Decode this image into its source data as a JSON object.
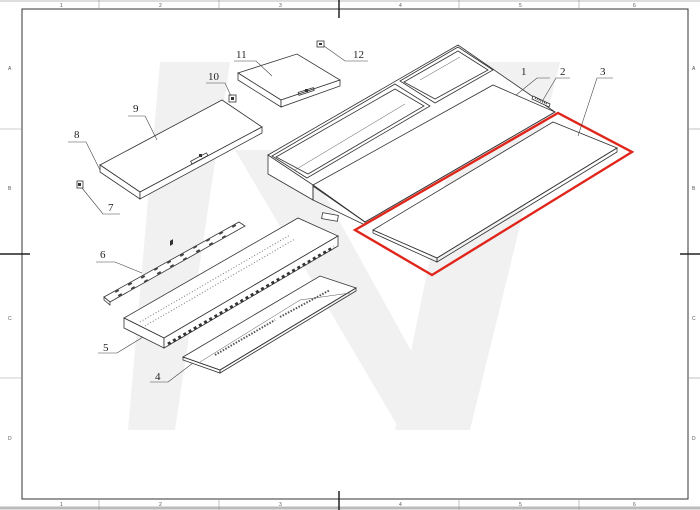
{
  "drawing": {
    "type": "exploded-assembly-view",
    "frame": {
      "columns": [
        "1",
        "2",
        "3",
        "4",
        "5",
        "6"
      ],
      "rows": [
        "A",
        "B",
        "C",
        "D"
      ]
    },
    "highlight": {
      "part": "3",
      "color": "#e0261b"
    },
    "parts": [
      {
        "id": "1",
        "label": "1"
      },
      {
        "id": "2",
        "label": "2"
      },
      {
        "id": "3",
        "label": "3"
      },
      {
        "id": "4",
        "label": "4"
      },
      {
        "id": "5",
        "label": "5"
      },
      {
        "id": "6",
        "label": "6"
      },
      {
        "id": "7",
        "label": "7"
      },
      {
        "id": "8",
        "label": "8"
      },
      {
        "id": "9",
        "label": "9"
      },
      {
        "id": "10",
        "label": "10"
      },
      {
        "id": "11",
        "label": "11"
      },
      {
        "id": "12",
        "label": "12"
      }
    ]
  }
}
